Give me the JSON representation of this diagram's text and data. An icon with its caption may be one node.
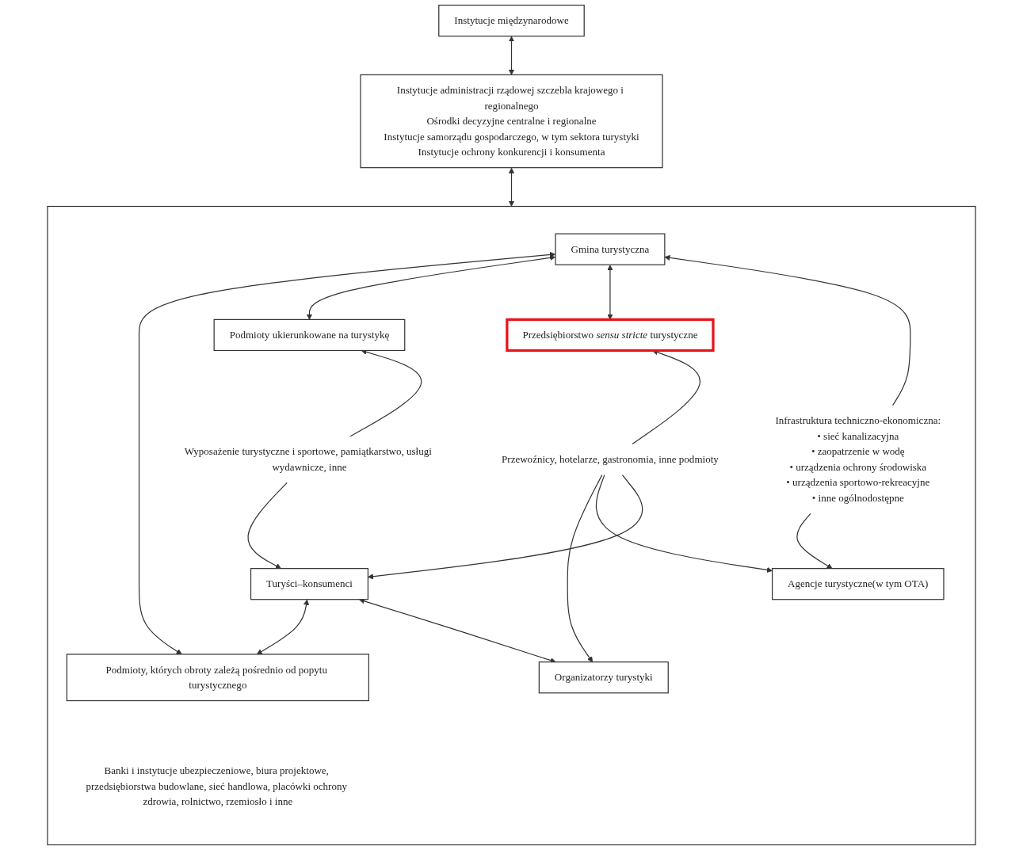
{
  "diagram": {
    "nodes": [
      {
        "text": [
          "Instytucje administracji rządowej szczebla krajowego i regionalnego",
          "Ośrodki decyzyjne centralne i regionalne",
          "Instytucje samorządu gospodarczego, w tym sektora turystyki",
          "Instytucje ochrony konkurencji i konsumenta"
        ]
      },
      {
        "text": [
          "Instytucje międzynarodowe"
        ]
      },
      {
        "text": [],
        "shape": "box"
      },
      {
        "text": [
          "Gmina turystyczna"
        ],
        "in": 2
      },
      {
        "text": [
          "Przedsiębiorstwo *sensu stricte* turystyczne"
        ],
        "in": 2
      },
      {
        "text": [
          "Podmioty ukierunkowane na turystykę"
        ],
        "in": 2
      },
      {
        "text": [
          "Podmioty, których obroty zależą pośrednio od popytu turystycznego"
        ],
        "in": 2
      },
      {
        "text": [
          "Infrastruktura techniczno-ekonomiczna:",
          "• sieć kanalizacyjna",
          "• zaopatrzenie w wodę",
          "• urządzenia ochrony środowiska",
          "• urządzenia sportowo-rekreacyjne",
          "• inne ogólnodostępne"
        ],
        "in": 2
      },
      {
        "text": [
          "Przewoźnicy, hotelarze, gastronomia, inne podmioty"
        ],
        "in": 2
      },
      {
        "text": [
          "Wyposażenie turystyczne i sportowe, pamiątkarstwo, usługi wydawnicze, inne"
        ],
        "in": 2
      },
      {
        "text": [
          "Banki i instytucje ubezpieczeniowe, biura projektowe, przedsiębiorstwa budowlane, sieć handlowa, placówki ochrony zdrowia, rolnictwo, rzemiosło i inne"
        ],
        "in": 2
      },
      {
        "text": [
          "Organizatorzy turystyki"
        ],
        "in": 2
      },
      {
        "text": [
          "Agencje turystyczne(w tym OTA)"
        ],
        "in": 2
      },
      {
        "text": [
          "Turyści–konsumenci"
        ],
        "in": 2
      }
    ],
    "edges": [
      {
        "from": 1,
        "to": 0,
        "arrow": "both"
      },
      {
        "from": 0,
        "to": 2,
        "arrow": "both"
      },
      {
        "from": 3,
        "to": 6,
        "arrow": "both"
      },
      {
        "from": 3,
        "to": 5,
        "arrow": "both"
      },
      {
        "from": 3,
        "to": 4,
        "arrow": "both"
      },
      {
        "from": 7,
        "to": 3,
        "arrow": "to"
      },
      {
        "from": 8,
        "to": 4,
        "arrow": "to"
      },
      {
        "from": 9,
        "to": 5,
        "arrow": "to"
      },
      {
        "from": 8,
        "to": 11,
        "arrow": "to"
      },
      {
        "from": 8,
        "to": 12,
        "arrow": "to"
      },
      {
        "from": 8,
        "to": 13,
        "arrow": "to"
      },
      {
        "from": 7,
        "to": 12,
        "arrow": "to"
      },
      {
        "from": 9,
        "to": 13,
        "arrow": "to"
      },
      {
        "from": 13,
        "to": 6,
        "arrow": "both"
      },
      {
        "from": 13,
        "to": 11,
        "arrow": "both"
      }
    ]
  }
}
